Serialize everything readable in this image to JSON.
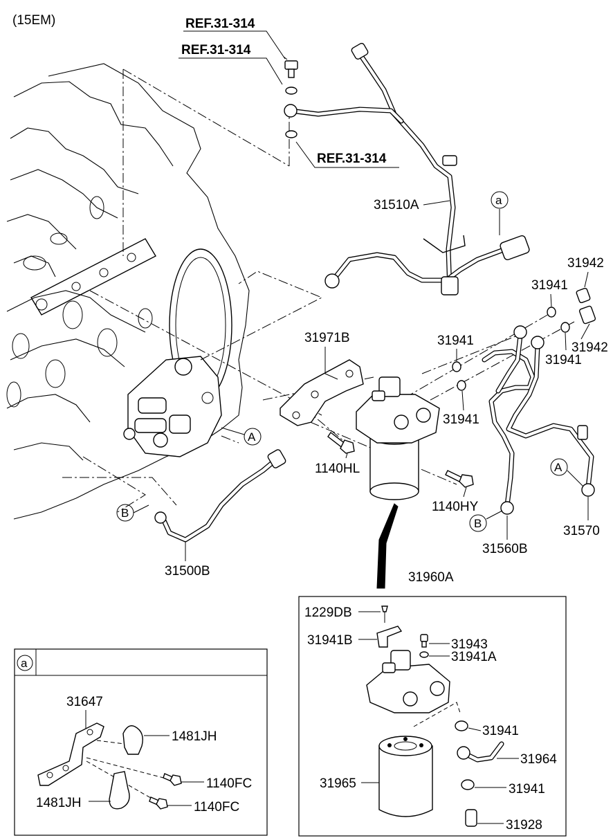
{
  "diagram": {
    "model_code": "(15EM)",
    "refs": [
      "REF.31-314",
      "REF.31-314",
      "REF.31-314"
    ],
    "callouts": {
      "a": "a",
      "A": "A",
      "B": "B"
    },
    "parts": {
      "p31510A": "31510A",
      "p31942_top": "31942",
      "p31941_top": "31941",
      "p31942_mid": "31942",
      "p31941_mid": "31941",
      "p31971B": "31971B",
      "p31941_c1": "31941",
      "p31941_c2": "31941",
      "p1140HL": "1140HL",
      "p1140HY": "1140HY",
      "p31560B": "31560B",
      "p31570": "31570",
      "p31500B": "31500B",
      "p31960A": "31960A"
    },
    "inset_filter": {
      "p1229DB": "1229DB",
      "p31941B": "31941B",
      "p31943": "31943",
      "p31941A": "31941A",
      "p31941_a": "31941",
      "p31964": "31964",
      "p31965": "31965",
      "p31941_b": "31941",
      "p31928": "31928"
    },
    "inset_a": {
      "header": "a",
      "p31647": "31647",
      "p1481JH_top": "1481JH",
      "p1140FC_top": "1140FC",
      "p1481JH_bottom": "1481JH",
      "p1140FC_bottom": "1140FC"
    }
  }
}
